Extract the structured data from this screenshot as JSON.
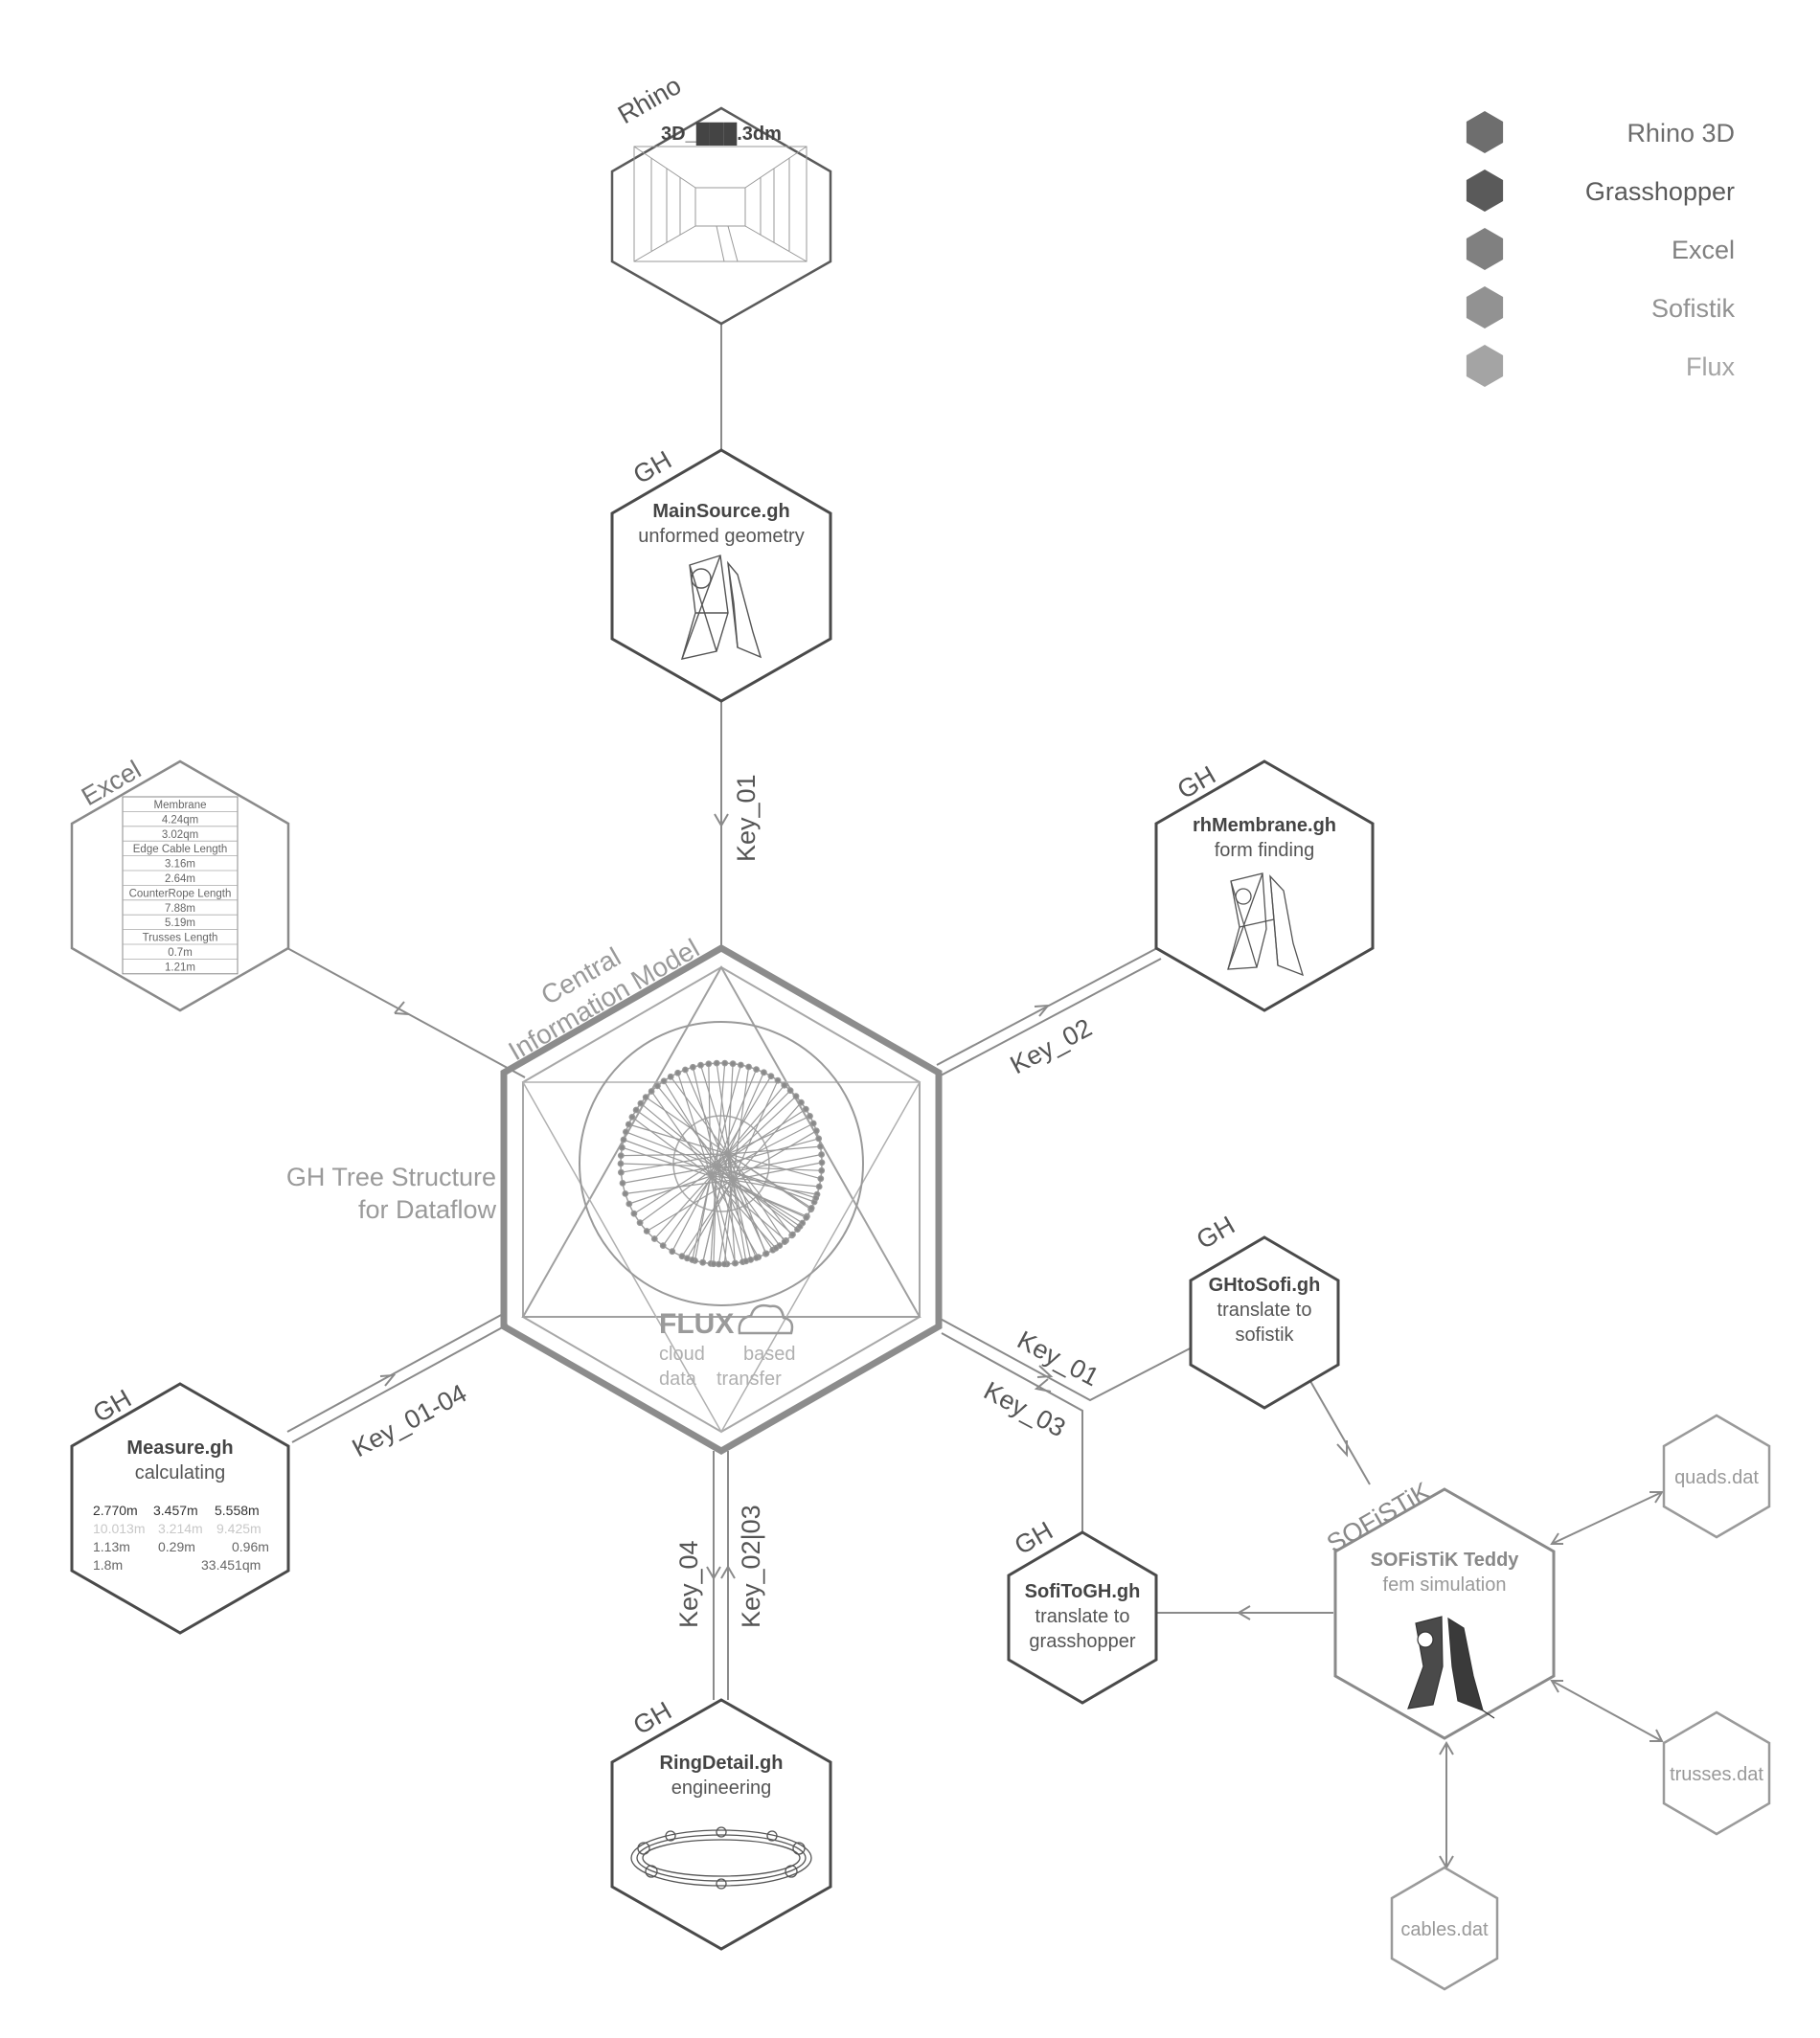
{
  "legend": [
    {
      "label": "Rhino 3D",
      "color": "#6e6e6e"
    },
    {
      "label": "Grasshopper",
      "color": "#5a5a5a"
    },
    {
      "label": "Excel",
      "color": "#808080"
    },
    {
      "label": "Sofistik",
      "color": "#929292"
    },
    {
      "label": "Flux",
      "color": "#a4a4a4"
    }
  ],
  "central": {
    "tag": "Central",
    "tag2": "Information Model",
    "side_line1": "GH Tree Structure",
    "side_line2": "for Dataflow",
    "flux_logo": "FLUX",
    "flux_text": [
      "cloud",
      "based",
      "data",
      "transfer"
    ]
  },
  "nodes": {
    "rhino": {
      "tag": "Rhino",
      "title": "3D_███.3dm"
    },
    "main_source": {
      "tag": "GH",
      "title": "MainSource.gh",
      "subtitle": "unformed geometry"
    },
    "rh_membrane": {
      "tag": "GH",
      "title": "rhMembrane.gh",
      "subtitle": "form finding"
    },
    "excel": {
      "tag": "Excel",
      "rows": [
        "Membrane",
        "4.24qm",
        "3.02qm",
        "Edge Cable Length",
        "3.16m",
        "2.64m",
        "CounterRope Length",
        "7.88m",
        "5.19m",
        "Trusses Length",
        "0.7m",
        "1.21m"
      ]
    },
    "measure": {
      "tag": "GH",
      "title": "Measure.gh",
      "subtitle": "calculating",
      "row1": [
        "2.770m",
        "3.457m",
        "5.558m"
      ],
      "row2": [
        "10.013m",
        "3.214m",
        "9.425m"
      ],
      "row3": [
        "1.13m",
        "0.29m",
        "0.96m"
      ],
      "row4": [
        "1.8m",
        "33.451qm"
      ]
    },
    "ring_detail": {
      "tag": "GH",
      "title": "RingDetail.gh",
      "subtitle": "engineering"
    },
    "gh_to_sofi": {
      "tag": "GH",
      "title": "GHtoSofi.gh",
      "subtitle1": "translate to",
      "subtitle2": "sofistik"
    },
    "sofi_to_gh": {
      "tag": "GH",
      "title": "SofiToGH.gh",
      "subtitle1": "translate to",
      "subtitle2": "grasshopper"
    },
    "sofistik": {
      "tag": "SOFiSTiK",
      "title": "SOFiSTiK Teddy",
      "subtitle": "fem simulation"
    },
    "quads": {
      "label": "quads.dat"
    },
    "trusses": {
      "label": "trusses.dat"
    },
    "cables": {
      "label": "cables.dat"
    }
  },
  "keys": {
    "main": "Key_01",
    "membrane": "Key_02",
    "measure": "Key_01-04",
    "ring_left": "Key_04",
    "ring_right": "Key_02|03",
    "gh_to_sofi": "Key_01",
    "sofi_to_gh": "Key_03"
  }
}
